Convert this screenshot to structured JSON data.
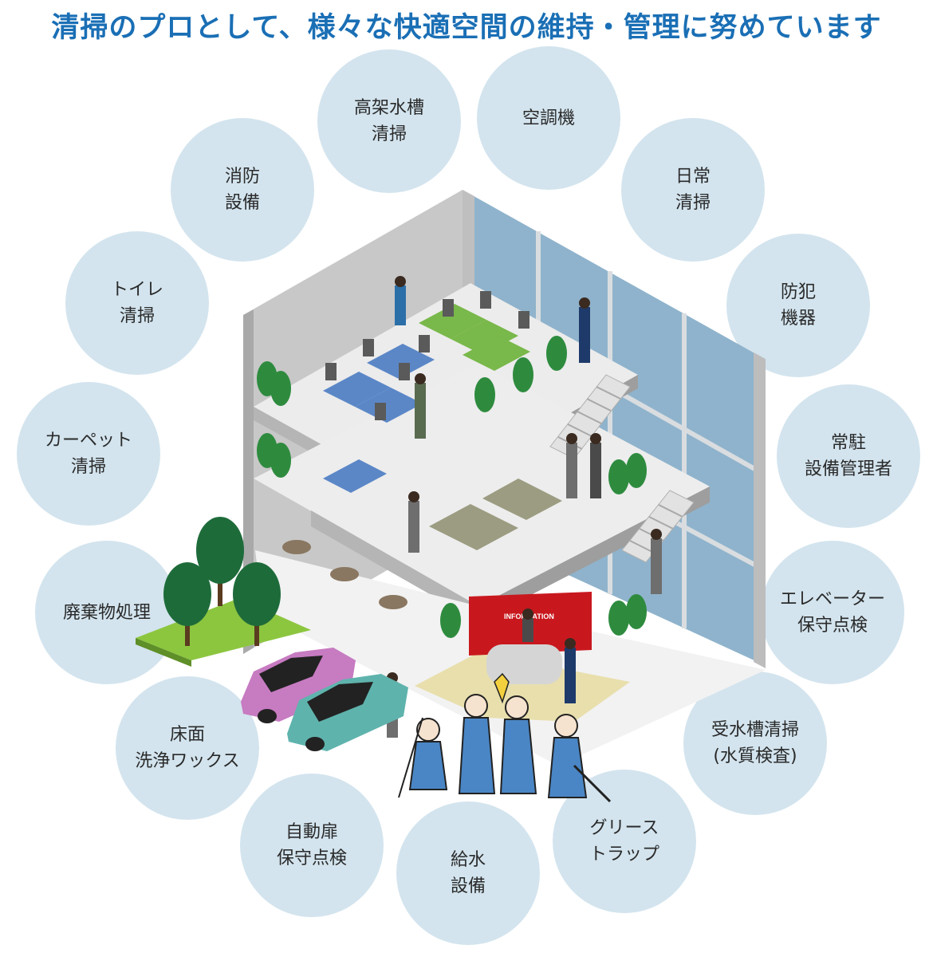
{
  "title": "清掃のプロとして、様々な快適空間の維持・管理に努めています",
  "services": [
    {
      "id": "water-tank-elevated",
      "label": "高架水槽\n清掃"
    },
    {
      "id": "air-conditioner",
      "label": "空調機"
    },
    {
      "id": "daily-cleaning",
      "label": "日常\n清掃"
    },
    {
      "id": "security-equipment",
      "label": "防犯\n機器"
    },
    {
      "id": "resident-manager",
      "label": "常駐\n設備管理者"
    },
    {
      "id": "elevator",
      "label": "エレベーター\n保守点検"
    },
    {
      "id": "receiving-tank",
      "label": "受水槽清掃\n(水質検査)"
    },
    {
      "id": "grease-trap",
      "label": "グリース\nトラップ"
    },
    {
      "id": "water-supply",
      "label": "給水\n設備"
    },
    {
      "id": "auto-door",
      "label": "自動扉\n保守点検"
    },
    {
      "id": "floor-wax",
      "label": "床面\n洗浄ワックス"
    },
    {
      "id": "waste",
      "label": "廃棄物処理"
    },
    {
      "id": "carpet",
      "label": "カーペット\n清掃"
    },
    {
      "id": "toilet",
      "label": "トイレ\n清掃"
    },
    {
      "id": "fire-equipment",
      "label": "消防\n設備"
    }
  ],
  "illustration": {
    "info_sign": "INFORMATION"
  },
  "colors": {
    "title": "#1a6fb5",
    "bubble": "#d3e4ee",
    "glass": "#8fb3cc",
    "wall": "#c8c8c8",
    "lawn": "#8cc63f",
    "tree": "#1e6b3a",
    "info_wall": "#c8181e",
    "car_pink": "#c77bc1",
    "car_teal": "#5fb3ad",
    "uniform": "#4a86c5"
  }
}
